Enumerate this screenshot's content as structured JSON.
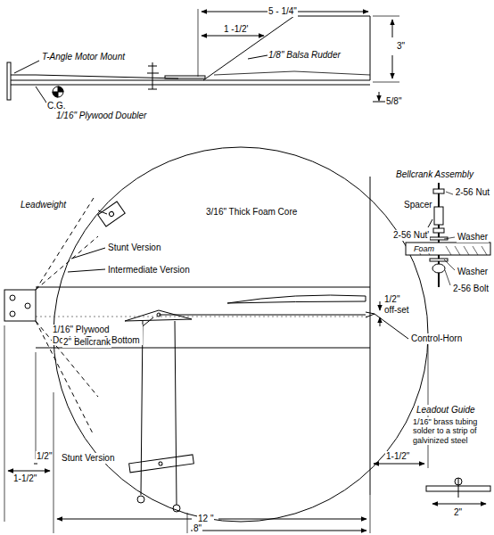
{
  "diagram": {
    "labels": [
      "5 - 1/4\"",
      "1 -1/2'",
      "T-Angle Motor Mount",
      "1/8\" Balsa Rudder",
      "3\"",
      "5/8\"",
      "1/16\" Plywood Doubler",
      "C.G.",
      "Leadweight",
      "3/16\" Thick Foam Core",
      "Bellcrank Assembly",
      "2-56 Nut",
      "Spacer",
      "2-56 Nut'",
      "Washer",
      "Foam",
      "Washer",
      "2-56 Bolt",
      "Stunt Version",
      "Intermediate Version",
      "1/2\" off-set",
      "Control-Horn",
      "1/16\" Plywood Doubler Top & Bottom",
      "2\" Bellcrank",
      "Leadout Guide",
      "1/16\" brass tubing solder to a strip of galvinized steel",
      "1/2\"",
      "Stunt Version",
      "1-1/2\"",
      "1-1/2\"",
      "2\"",
      "12 \"",
      "8\"",
      "1/2\""
    ]
  }
}
